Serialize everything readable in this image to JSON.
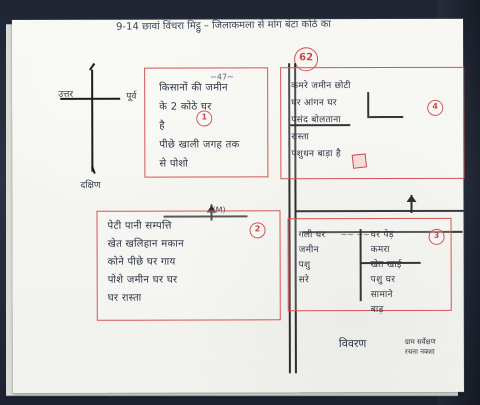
{
  "document": {
    "header_note": "9-14 छावां विंचरा मिट्ठु – जिलाकमला से मांग बंटा कोठे का",
    "plot_number": "62",
    "dimensions": {
      "top": "~47~",
      "middle": "(M)",
      "right_middle": "~~ ~~"
    },
    "compass": {
      "north": "उत्तर",
      "east": "पूर्व",
      "south": "दक्षिण"
    },
    "plots": [
      {
        "badge": "1",
        "text": "किसानों की जमीन\nके 2 कोठे घर\nहै\nपीछे खाली जगह तक\nसे पोशो"
      },
      {
        "badge": "4",
        "text": "कमरे जमीन छोटी\nघर आंगन  घर\nपसंद बोलताना\n           रास्ता\nपशुधन बाड़ा है"
      },
      {
        "badge": "2",
        "text": "पेटी पानी सम्पत्ति\nखेत खलिहान मकान\nकोने पीछे घर गाय\nपोशे जमीन घर घर\nघर रास्ता"
      },
      {
        "badge": "3",
        "left_text": "गली घर\nजमीन\nपशु\nसरे",
        "right_text": "घर पेड़\nकमरा\nखेत खाई\nपशु घर\nसामाने\nबाड़"
      }
    ],
    "footer": {
      "left": "विवरण",
      "right": "ग्राम सर्वेक्षण\nरचना नक्शा"
    }
  }
}
